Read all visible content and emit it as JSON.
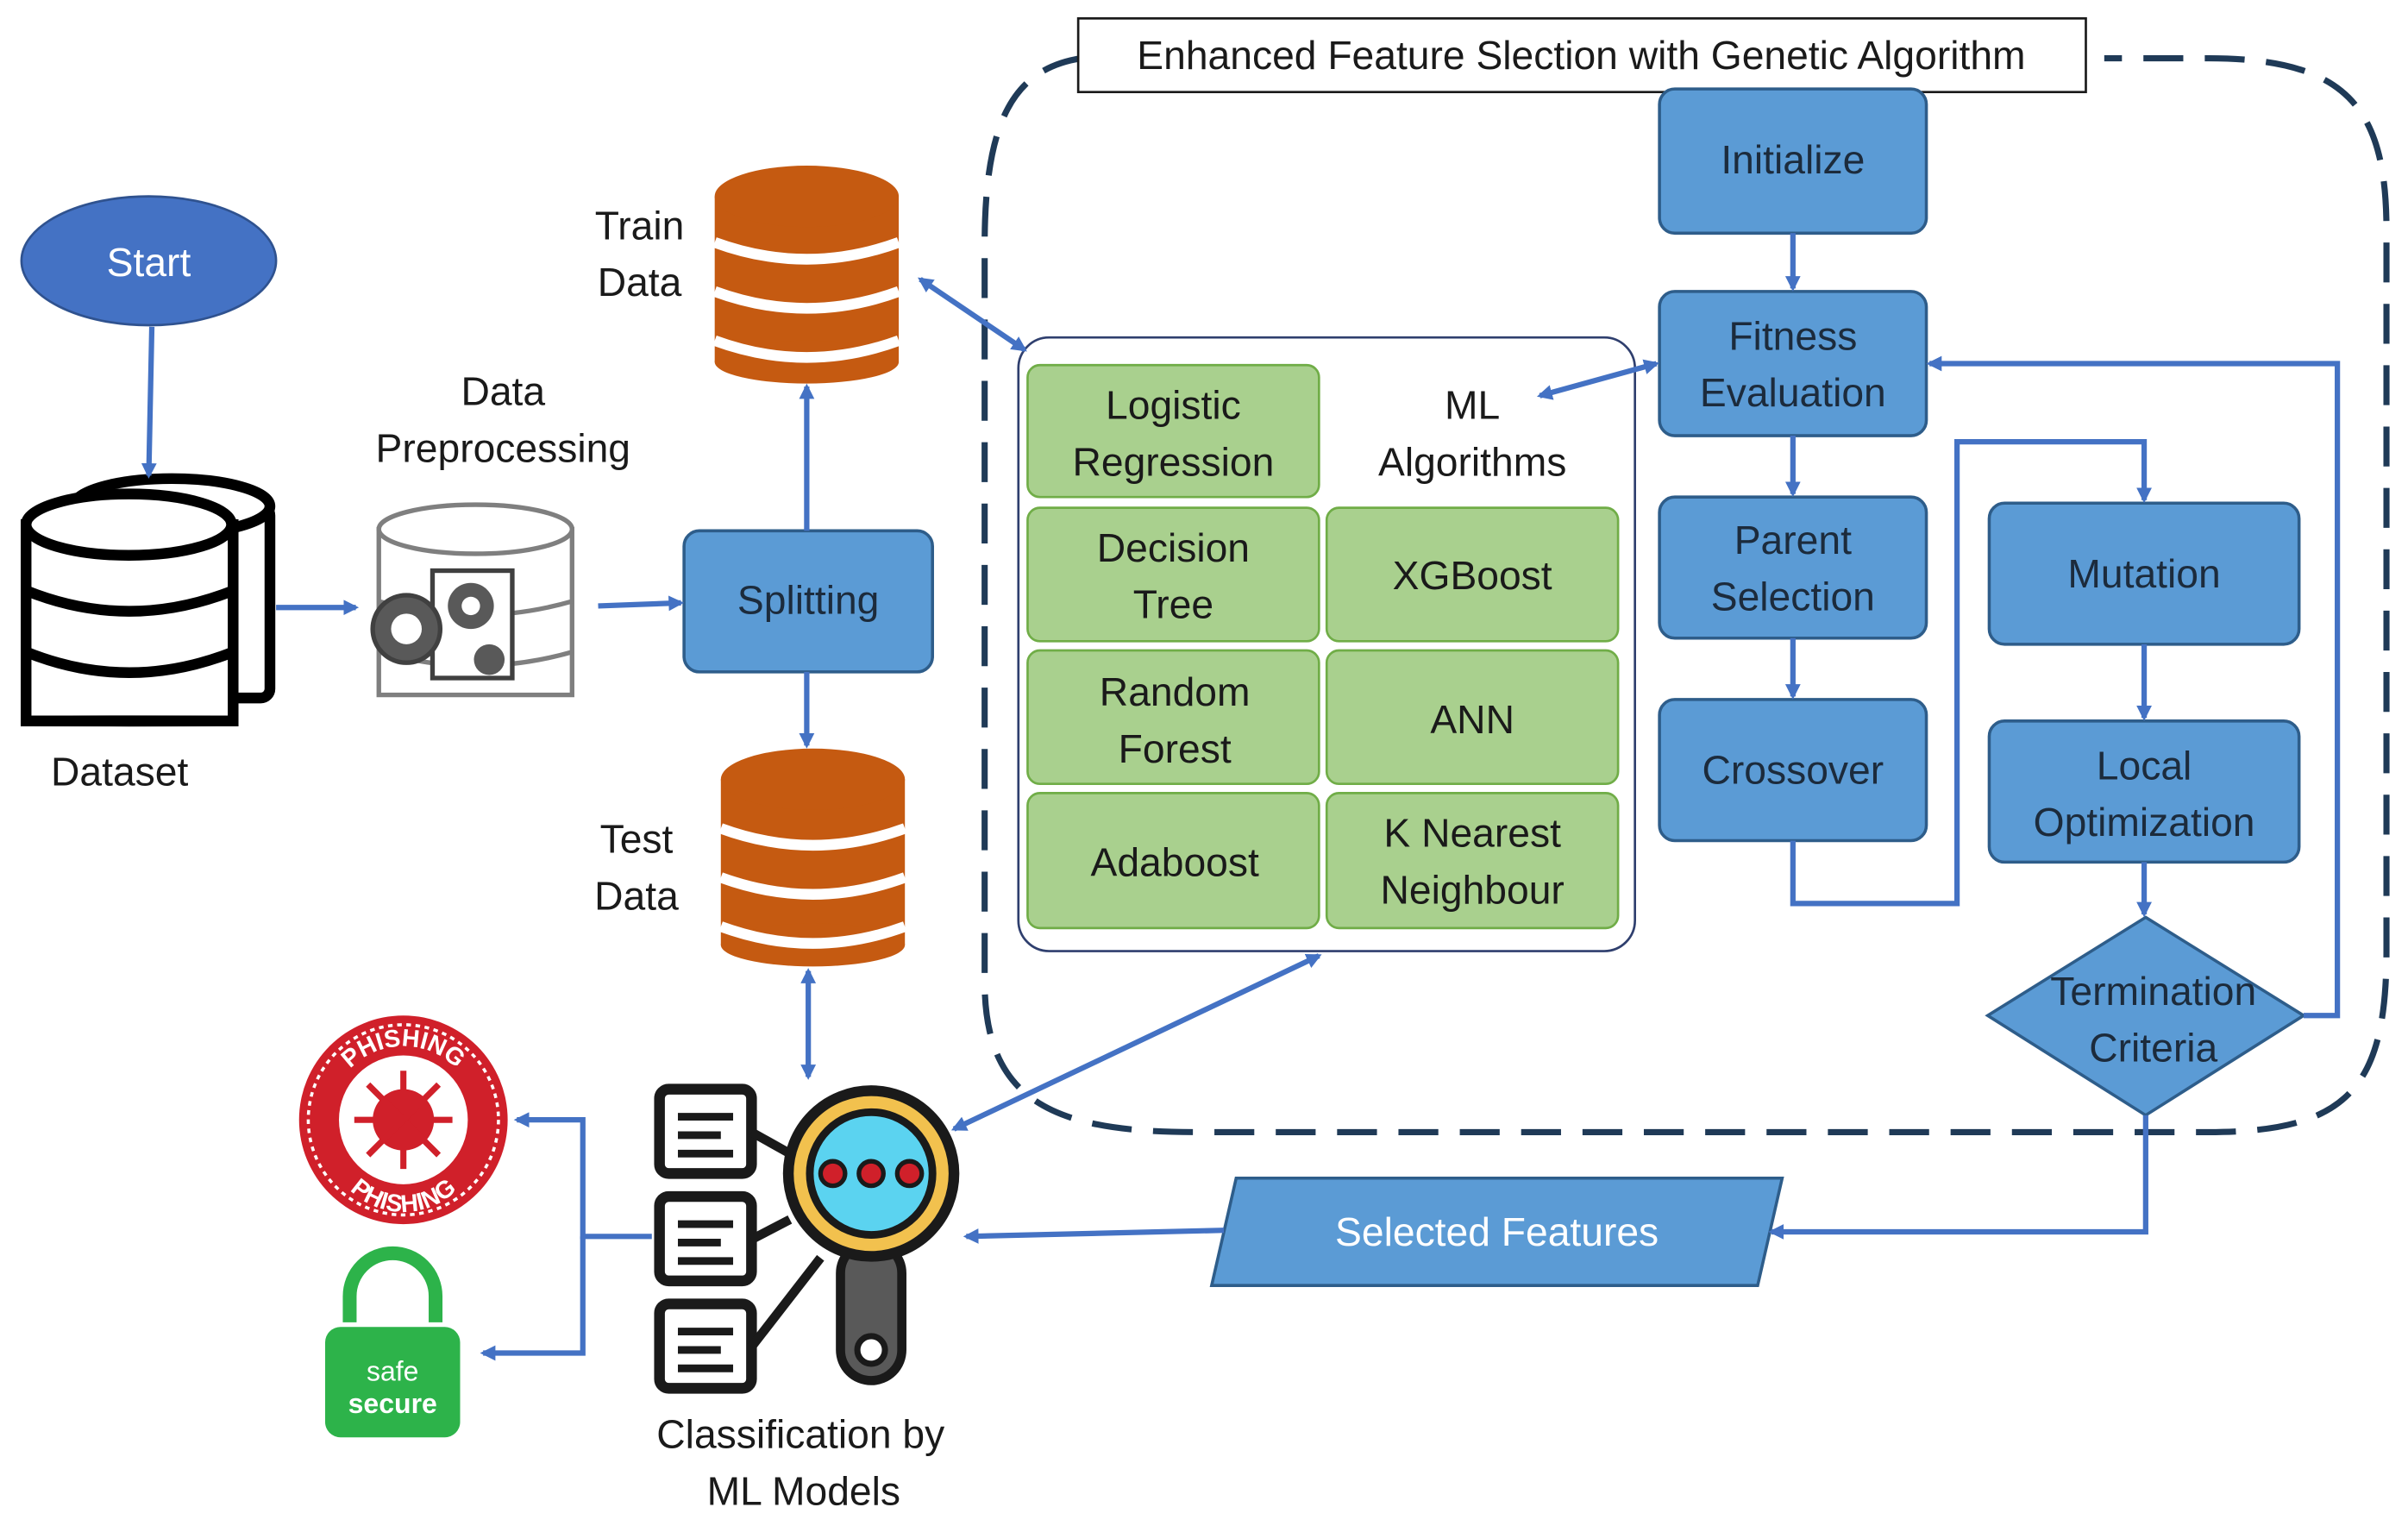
{
  "diagram": {
    "title": "Enhanced Feature Slection with Genetic Algorithm",
    "start": "Start",
    "dataset": "Dataset",
    "preprocessing": [
      "Data",
      "Preprocessing"
    ],
    "splitting": "Splitting",
    "train_data": [
      "Train",
      "Data"
    ],
    "test_data": [
      "Test",
      "Data"
    ],
    "ml_algorithms_label": [
      "ML",
      "Algorithms"
    ],
    "algorithms": {
      "logistic_regression": [
        "Logistic",
        "Regression"
      ],
      "decision_tree": [
        "Decision",
        "Tree"
      ],
      "xgboost": "XGBoost",
      "random_forest": [
        "Random",
        "Forest"
      ],
      "ann": "ANN",
      "adaboost": "Adaboost",
      "knn": [
        "K Nearest",
        "Neighbour"
      ]
    },
    "ga_steps": {
      "initialize": "Initialize",
      "fitness": [
        "Fitness",
        "Evaluation"
      ],
      "parent_selection": [
        "Parent",
        "Selection"
      ],
      "crossover": "Crossover",
      "mutation": "Mutation",
      "local_optimization": [
        "Local",
        "Optimization"
      ],
      "termination": [
        "Termination",
        "Criteria"
      ]
    },
    "selected_features": "Selected Features",
    "classification": [
      "Classification by",
      "ML Models"
    ],
    "phishing_stamp": "PHISHING",
    "safe_badge": [
      "safe",
      "secure"
    ]
  },
  "colors": {
    "blue_box": "#5b9bd5",
    "blue_box_border": "#2e5d8a",
    "green_box": "#a9d08e",
    "orange_db": "#c55a11",
    "arrow": "#4472c4",
    "start_ellipse": "#4472c4",
    "dashed_border": "#1f3a57",
    "phishing_red": "#d0202a",
    "safe_green": "#2db34a"
  }
}
